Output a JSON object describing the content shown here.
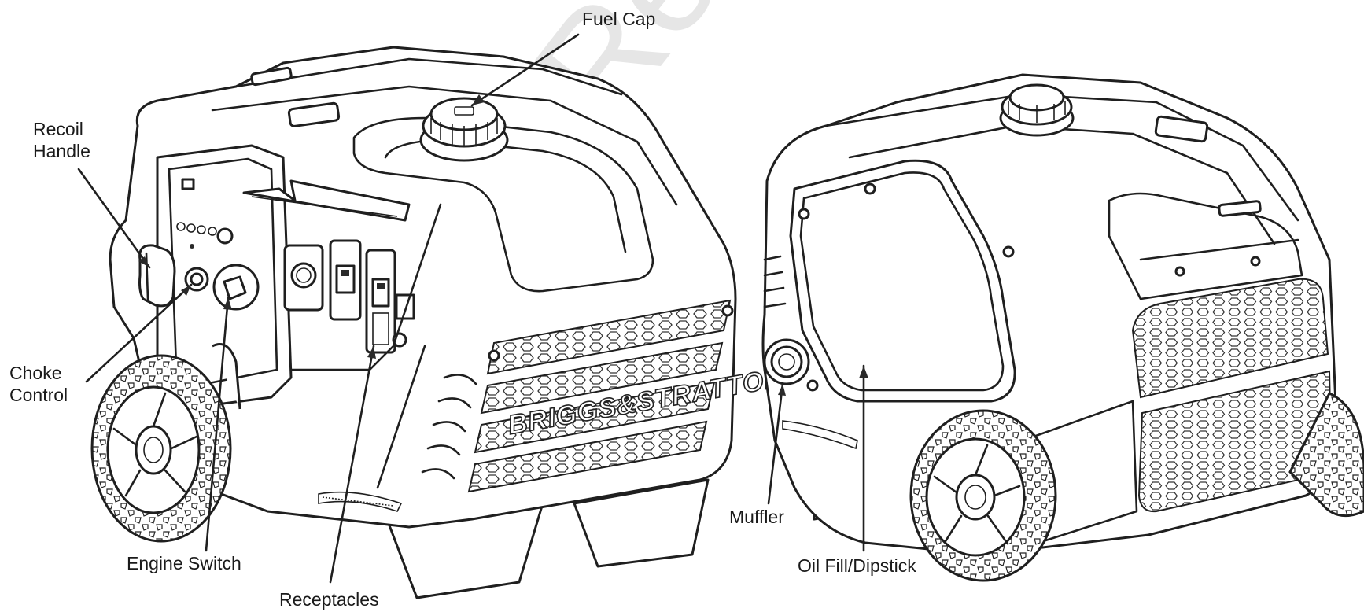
{
  "labels": {
    "fuel_cap": "Fuel Cap",
    "recoil_handle_1": "Recoil",
    "recoil_handle_2": "Handle",
    "choke_control_1": "Choke",
    "choke_control_2": "Control",
    "engine_switch": "Engine Switch",
    "receptacles": "Receptacles",
    "muffler": "Muffler",
    "oil_fill": "Oil Fill/Dipstick"
  },
  "brand": "BRIGGS&STRATTON",
  "watermark": "Not for Reproduction",
  "colors": {
    "line": "#1f1f1f",
    "watermark": "#e4e4e4",
    "background": "#ffffff"
  }
}
